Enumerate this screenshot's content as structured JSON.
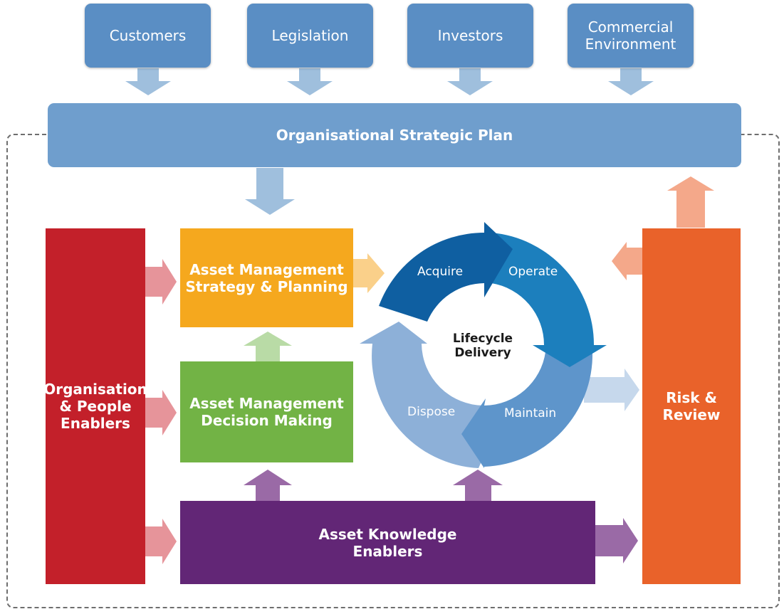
{
  "inputs": [
    {
      "label": "Customers"
    },
    {
      "label": "Legislation"
    },
    {
      "label": "Investors"
    },
    {
      "label": "Commercial\nEnvironment"
    }
  ],
  "strategic_plan": "Organisational Strategic Plan",
  "org_enablers": "Organisation\n& People\nEnablers",
  "am_strategy": "Asset Management\nStrategy & Planning",
  "am_decision": "Asset Management\nDecision Making",
  "knowledge": "Asset Knowledge\nEnablers",
  "risk": "Risk &\nReview",
  "lifecycle": {
    "center": "Lifecycle\nDelivery",
    "stages": [
      "Acquire",
      "Operate",
      "Maintain",
      "Dispose"
    ]
  },
  "colors": {
    "input_blue": "#5a8ec4",
    "plan_blue": "#6f9ecd",
    "red": "#c3202a",
    "orange_yellow": "#f5a81e",
    "green": "#72b345",
    "purple": "#622676",
    "orange": "#e9622a"
  }
}
